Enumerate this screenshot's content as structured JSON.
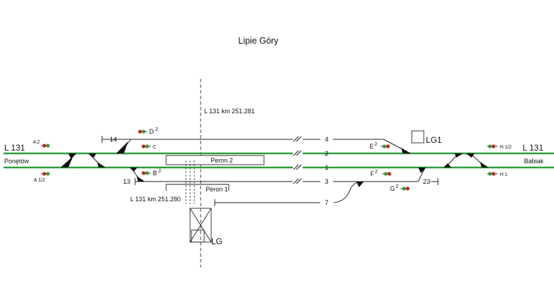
{
  "title": "Lipie Góry",
  "km_top": "L 131  km  251.281",
  "km_bottom": "L 131  km  251.280",
  "line_left": "L 131",
  "line_right": "L 131",
  "dir_left": "Ponętów",
  "dir_right": "Babiak",
  "tracks": [
    "4",
    "2",
    "1",
    "3",
    "7"
  ],
  "switch_left_14": "14",
  "switch_left_13": "13",
  "switch_right_23": "23",
  "platform_2": "Peron 2",
  "platform_1": "Peron 1",
  "building_lg1": "LG1",
  "building_lg": "LG",
  "signals": {
    "a2": {
      "base": "A",
      "sup": "2"
    },
    "a12": "A 1/2",
    "d2": {
      "base": "D",
      "sup": "2"
    },
    "c": "C",
    "b2": {
      "base": "B",
      "sup": "2"
    },
    "e2": {
      "base": "E",
      "sup": "2"
    },
    "f2": {
      "base": "F",
      "sup": "2"
    },
    "g2": {
      "base": "G",
      "sup": "2"
    },
    "h12": "H 1/2",
    "h1": "H 1"
  },
  "colors": {
    "main_track": "#2e9e3e",
    "signal_red": "#d0201a",
    "signal_green": "#2e9e3e"
  }
}
